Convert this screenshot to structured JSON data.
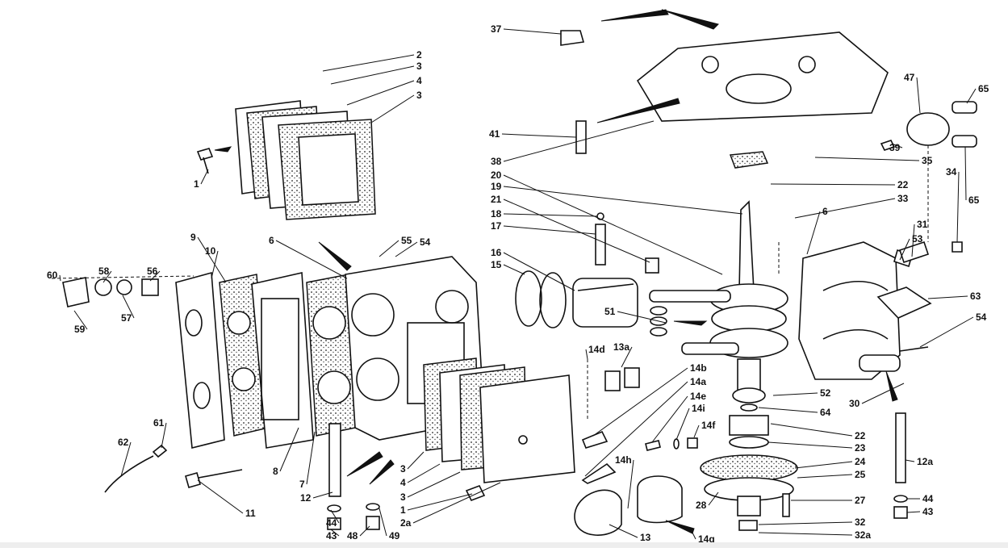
{
  "diagram": {
    "type": "exploded parts diagram",
    "line_color": "#111111",
    "background": "#ffffff",
    "callouts": [
      "2",
      "3",
      "4",
      "3",
      "1",
      "55",
      "54",
      "9",
      "10",
      "6",
      "60",
      "58",
      "56",
      "57",
      "59",
      "62",
      "61",
      "8",
      "7",
      "12",
      "11",
      "44",
      "43",
      "48",
      "49",
      "3",
      "4",
      "3",
      "1",
      "2a",
      "37",
      "41",
      "38",
      "20",
      "19",
      "21",
      "18",
      "17",
      "16",
      "15",
      "39",
      "35",
      "34",
      "22",
      "33",
      "6",
      "31",
      "53",
      "63",
      "54",
      "51",
      "47",
      "65",
      "65",
      "30",
      "12a",
      "44",
      "43",
      "14d",
      "13a",
      "14b",
      "14a",
      "14e",
      "14i",
      "14f",
      "14h",
      "13",
      "14g",
      "52",
      "64",
      "22",
      "23",
      "24",
      "25",
      "28",
      "27",
      "32",
      "32a"
    ]
  }
}
